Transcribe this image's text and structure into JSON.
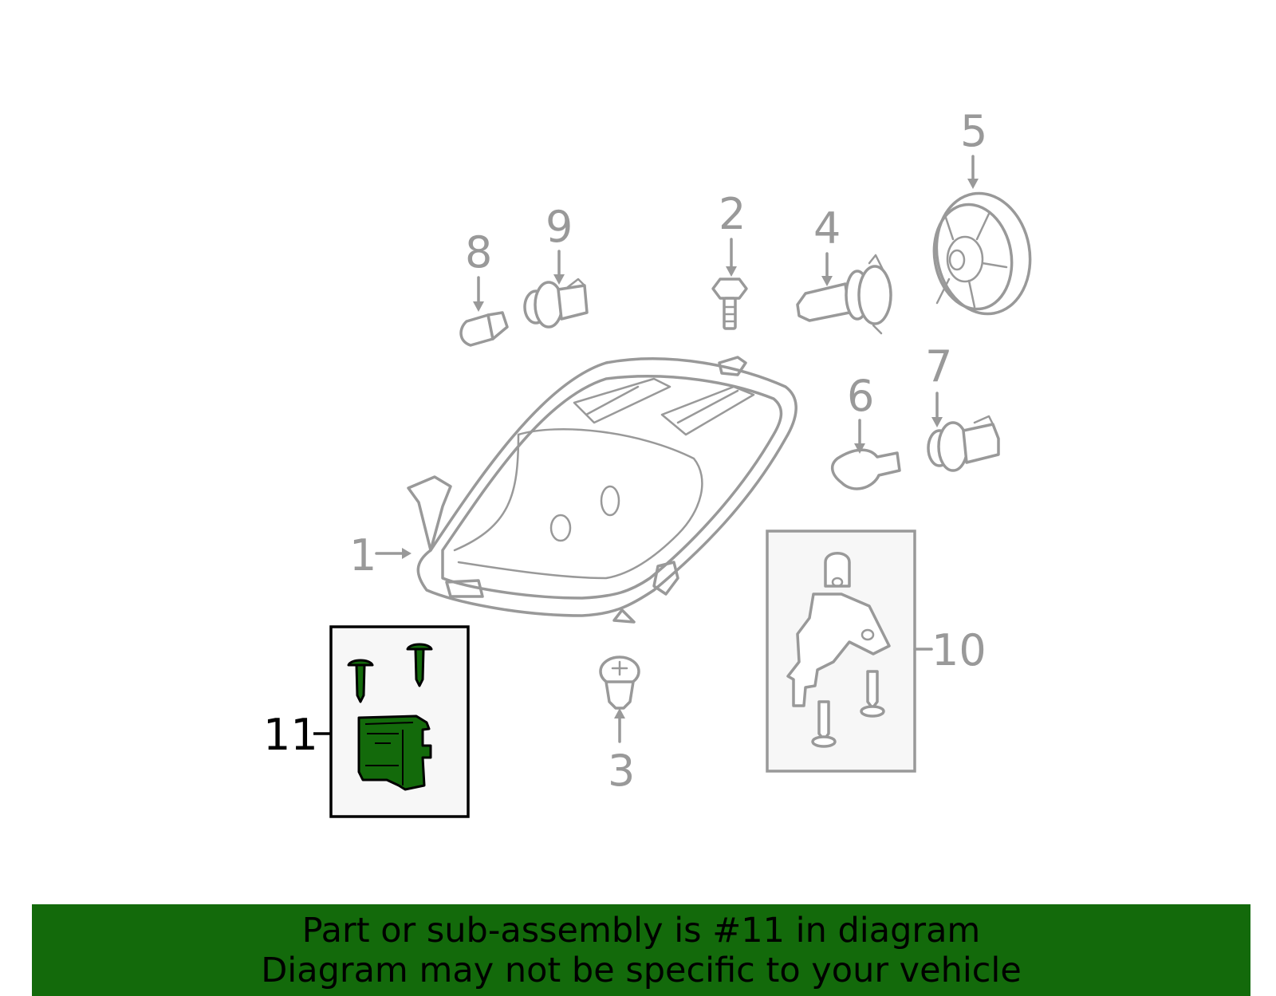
{
  "callouts": {
    "c1": "1",
    "c2": "2",
    "c3": "3",
    "c4": "4",
    "c5": "5",
    "c6": "6",
    "c7": "7",
    "c8": "8",
    "c9": "9",
    "c10": "10",
    "c11": "11"
  },
  "footer": {
    "line1": "Part or sub-assembly is #11 in diagram",
    "line2": "Diagram may not be specific to your vehicle"
  },
  "colors": {
    "highlight": "#136a0b",
    "parts_gray": "#999999",
    "box_fill": "#f7f7f7"
  }
}
